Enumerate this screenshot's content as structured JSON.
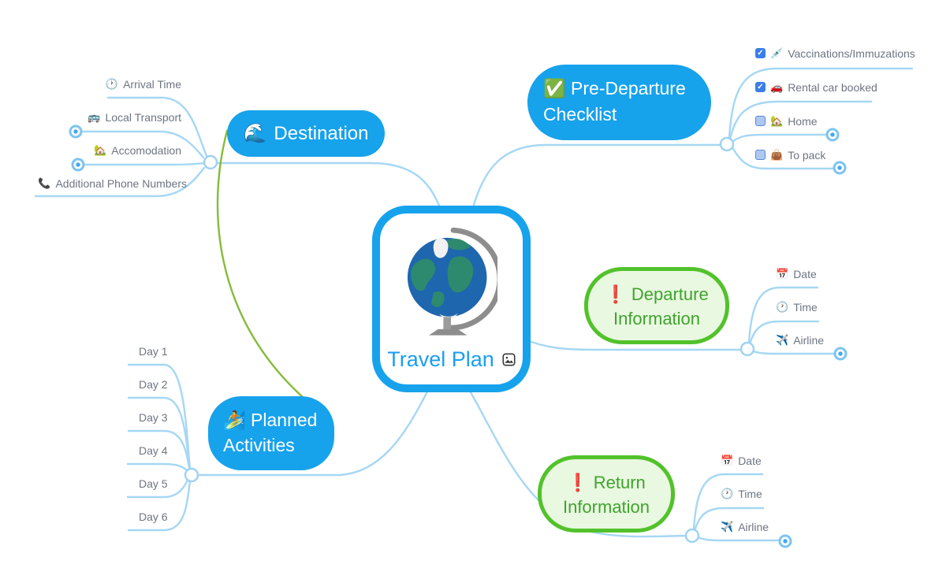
{
  "app": "mind-map-canvas",
  "central": {
    "label": "Travel Plan",
    "image": "desk-globe-illustration",
    "attachment_icon": "image-icon"
  },
  "branches": [
    {
      "label": "Destination",
      "icon": "🌊",
      "style": "blue-filled",
      "children": [
        {
          "icon": "🕐",
          "label": "Arrival Time"
        },
        {
          "icon": "🚌",
          "label": "Local Transport",
          "has_hidden_children": true
        },
        {
          "icon": "🏡",
          "label": "Accomodation",
          "has_hidden_children": true
        },
        {
          "icon": "📞",
          "label": "Additional Phone Numbers"
        }
      ]
    },
    {
      "label": "Pre-Departure Checklist",
      "icon": "✅",
      "style": "blue-filled",
      "children": [
        {
          "icon": "💉",
          "label": "Vaccinations/Immuzations",
          "checked": true
        },
        {
          "icon": "🚗",
          "label": "Rental car booked",
          "checked": true
        },
        {
          "icon": "🏡",
          "label": "Home",
          "checked": false,
          "has_hidden_children": true
        },
        {
          "icon": "👜",
          "label": "To pack",
          "checked": false,
          "has_hidden_children": true
        }
      ]
    },
    {
      "label": "Departure Information",
      "icon": "❗",
      "style": "green-outline",
      "children": [
        {
          "icon": "📅",
          "label": "Date"
        },
        {
          "icon": "🕐",
          "label": "Time"
        },
        {
          "icon": "✈️",
          "label": "Airline",
          "has_hidden_children": true
        }
      ]
    },
    {
      "label": "Return Information",
      "icon": "❗",
      "style": "green-outline",
      "children": [
        {
          "icon": "📅",
          "label": "Date"
        },
        {
          "icon": "🕐",
          "label": "Time"
        },
        {
          "icon": "✈️",
          "label": "Airline",
          "has_hidden_children": true
        }
      ]
    },
    {
      "label": "Planned Activities",
      "icon": "🏄",
      "style": "blue-filled",
      "children": [
        {
          "label": "Day 1"
        },
        {
          "label": "Day 2"
        },
        {
          "label": "Day 3"
        },
        {
          "label": "Day 4"
        },
        {
          "label": "Day 5"
        },
        {
          "label": "Day 6"
        }
      ]
    }
  ],
  "cross_links": [
    {
      "from": "Destination",
      "to": "Planned Activities",
      "color": "green"
    }
  ],
  "colors": {
    "node_blue": "#17a2ec",
    "title_blue": "#1b9ef0",
    "branch_line": "#a6d7f4",
    "link_green": "#85bb3a",
    "green_border": "#52c22b",
    "green_fill": "#e9f8e0",
    "green_text": "#3fa32e",
    "label_gray": "#6d7582",
    "checkbox_checked": "#3b7de9",
    "checkbox_unchecked": "#adc8f1"
  }
}
